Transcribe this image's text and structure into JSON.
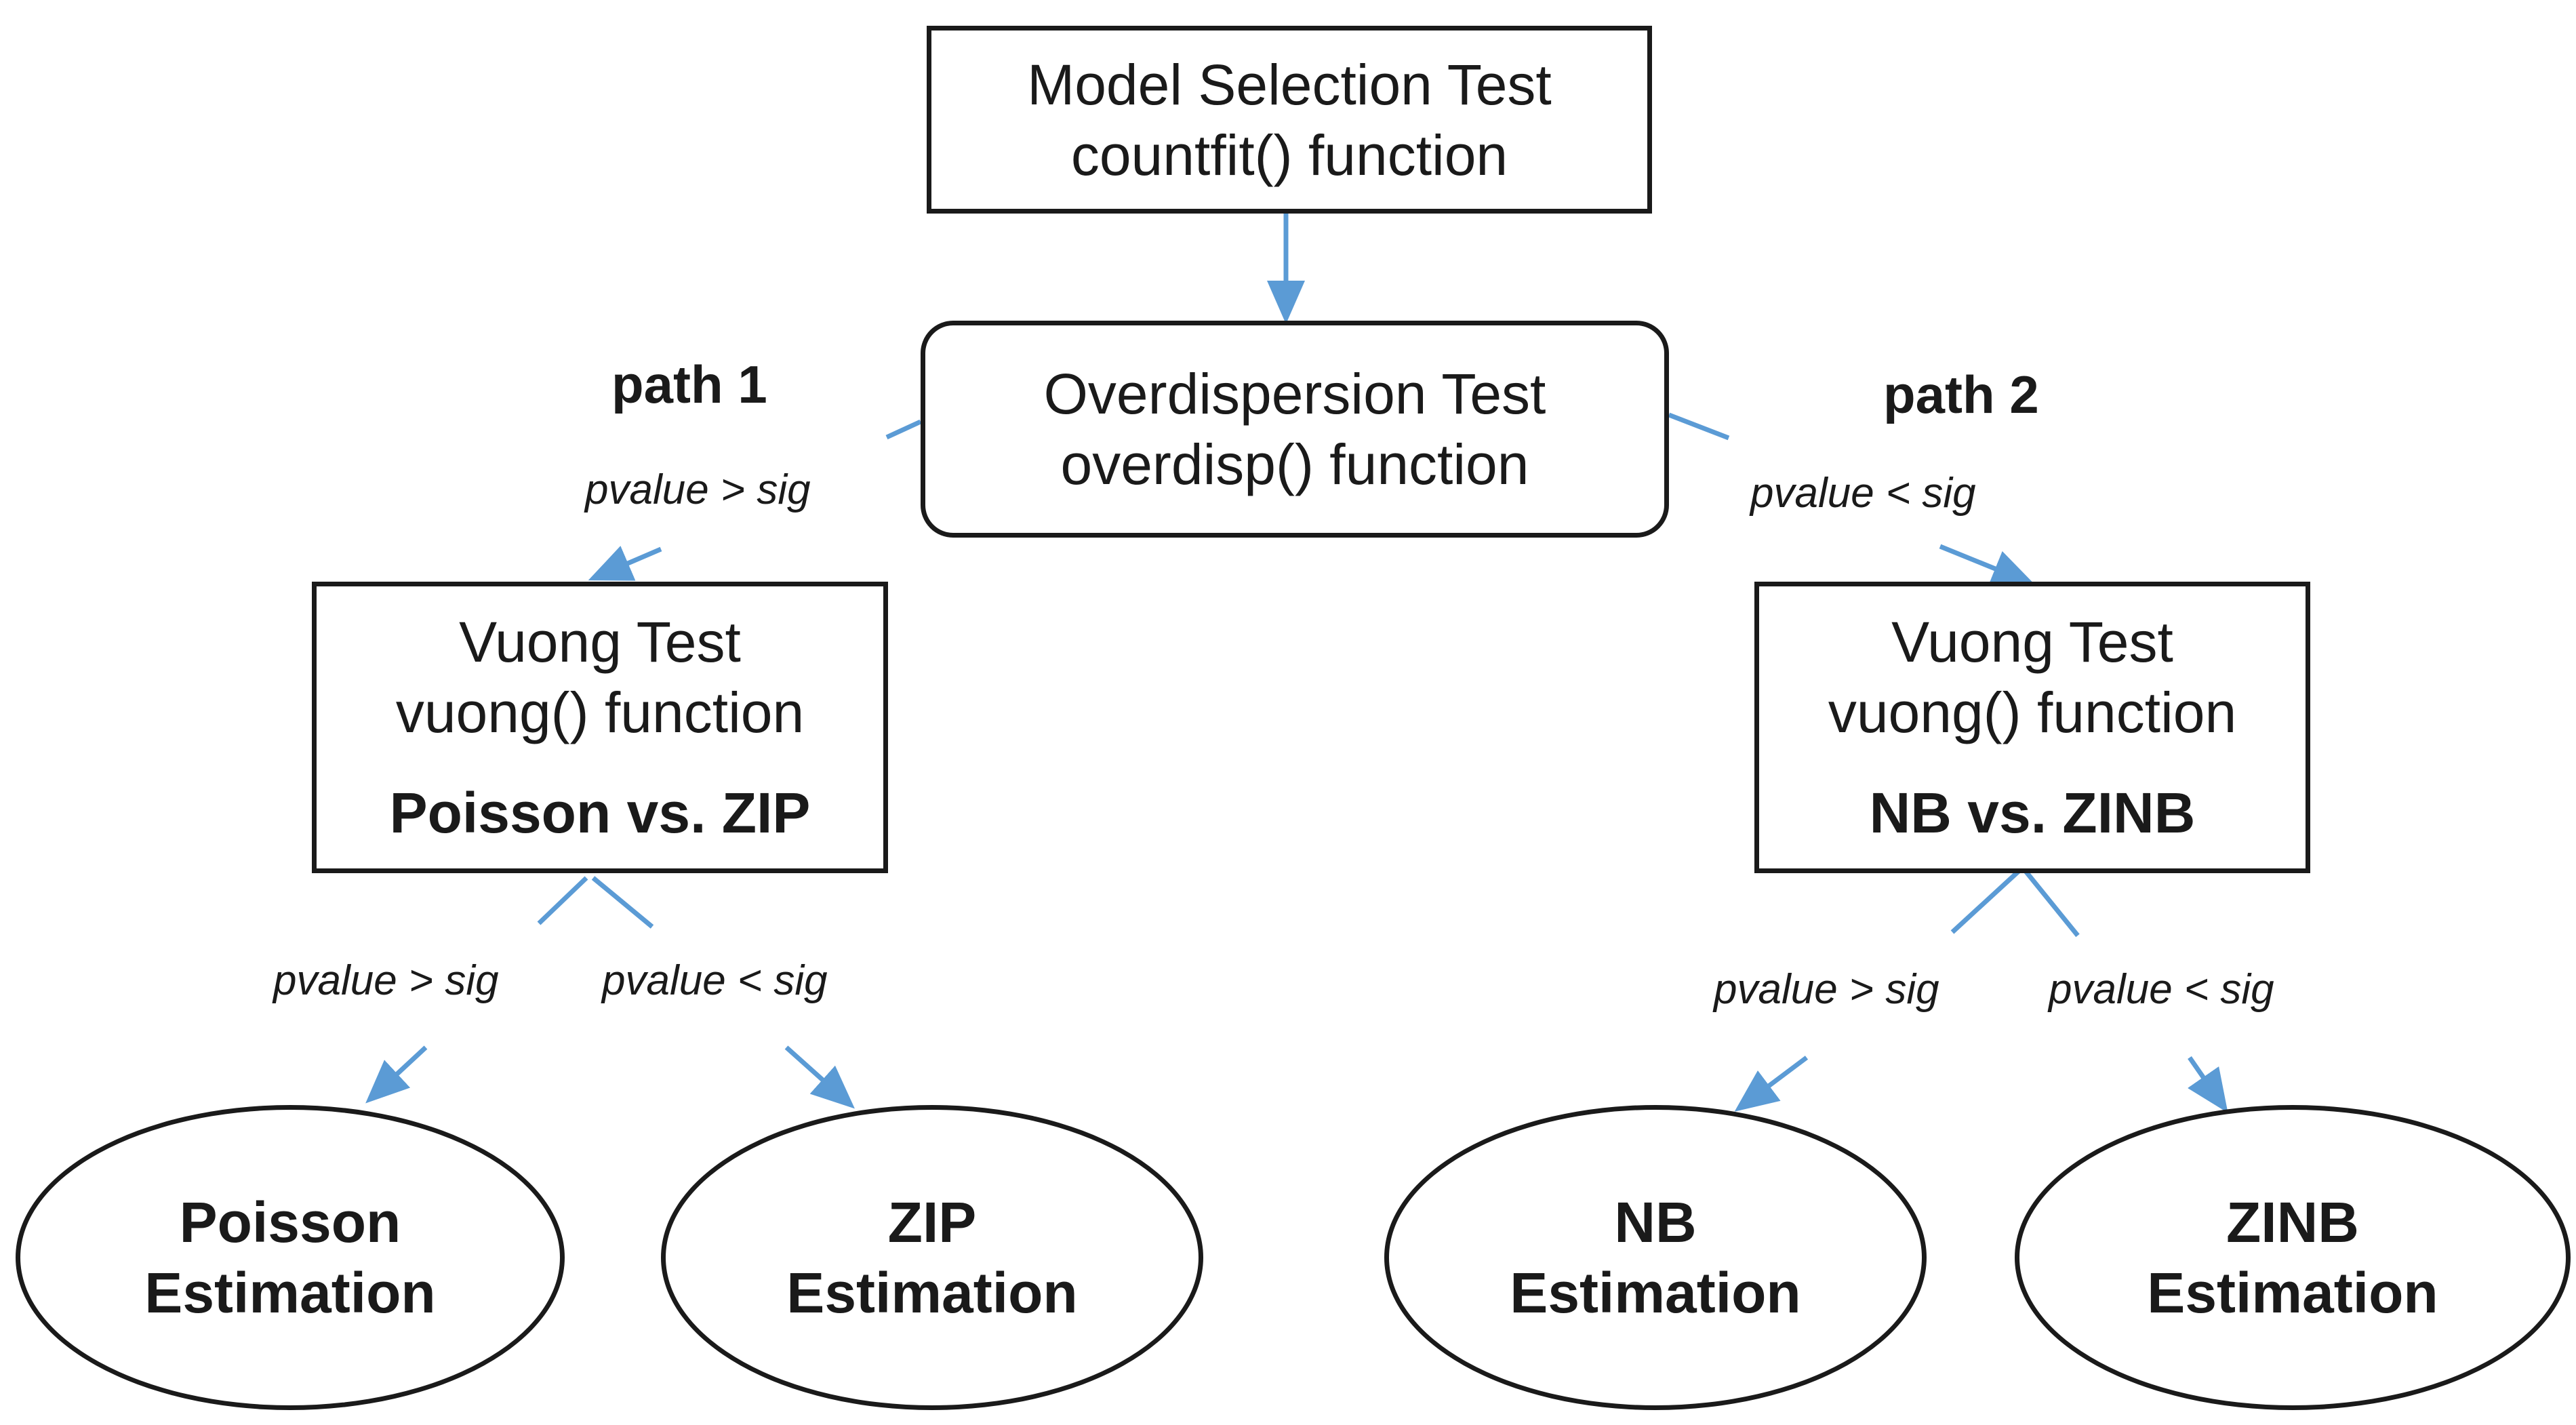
{
  "nodes": {
    "model_selection": {
      "line1": "Model Selection Test",
      "line2": "countfit() function"
    },
    "overdispersion": {
      "line1": "Overdispersion Test",
      "line2": "overdisp() function"
    },
    "vuong_left": {
      "line1": "Vuong Test",
      "line2": "vuong() function",
      "line3": "Poisson vs. ZIP"
    },
    "vuong_right": {
      "line1": "Vuong Test",
      "line2": "vuong() function",
      "line3": "NB vs. ZINB"
    },
    "poisson_est": {
      "line1": "Poisson",
      "line2": "Estimation"
    },
    "zip_est": {
      "line1": "ZIP",
      "line2": "Estimation"
    },
    "nb_est": {
      "line1": "NB",
      "line2": "Estimation"
    },
    "zinb_est": {
      "line1": "ZINB",
      "line2": "Estimation"
    }
  },
  "paths": {
    "path1": "path 1",
    "path2": "path 2"
  },
  "conditions": {
    "overdisp_to_left": "pvalue > sig",
    "overdisp_to_right": "pvalue < sig",
    "left_to_poisson": "pvalue > sig",
    "left_to_zip": "pvalue < sig",
    "right_to_nb": "pvalue > sig",
    "right_to_zinb": "pvalue < sig"
  },
  "colors": {
    "arrow": "#5b9bd5",
    "border": "#1a1a1a",
    "text": "#1a1a1a"
  }
}
